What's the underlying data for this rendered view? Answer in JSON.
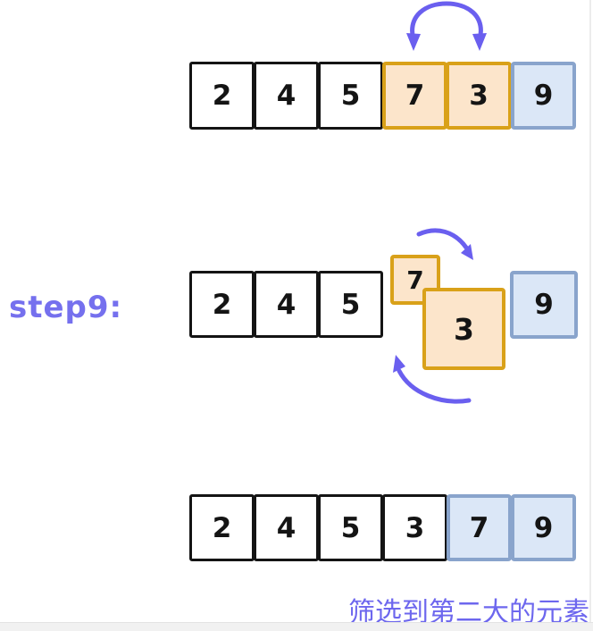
{
  "step": {
    "label": "step9:"
  },
  "caption": {
    "text": "筛选到第二大的元素"
  },
  "arrays": {
    "top": {
      "cells": [
        {
          "value": "2",
          "style": "plain"
        },
        {
          "value": "4",
          "style": "plain"
        },
        {
          "value": "5",
          "style": "plain"
        },
        {
          "value": "7",
          "style": "orange"
        },
        {
          "value": "3",
          "style": "orange"
        },
        {
          "value": "9",
          "style": "blue"
        }
      ]
    },
    "middle": {
      "static_cells": [
        {
          "value": "2",
          "style": "plain"
        },
        {
          "value": "4",
          "style": "plain"
        },
        {
          "value": "5",
          "style": "plain"
        }
      ],
      "moving_cell_small": {
        "value": "7",
        "style": "orange"
      },
      "moving_cell_large": {
        "value": "3",
        "style": "orange"
      },
      "sorted_cell": {
        "value": "9",
        "style": "blue"
      }
    },
    "bottom": {
      "cells": [
        {
          "value": "2",
          "style": "plain"
        },
        {
          "value": "4",
          "style": "plain"
        },
        {
          "value": "5",
          "style": "plain"
        },
        {
          "value": "3",
          "style": "plain"
        },
        {
          "value": "7",
          "style": "blue"
        },
        {
          "value": "9",
          "style": "blue"
        }
      ]
    }
  },
  "colors": {
    "compare_fill": "#FCE5CB",
    "compare_border": "#D9A119",
    "sorted_fill": "#DBE7F7",
    "sorted_border": "#89A4CC",
    "arrow": "#6A5FEF",
    "step_label": "#7570EE",
    "caption_text": "#6D67EE",
    "cell_border": "#141414"
  }
}
